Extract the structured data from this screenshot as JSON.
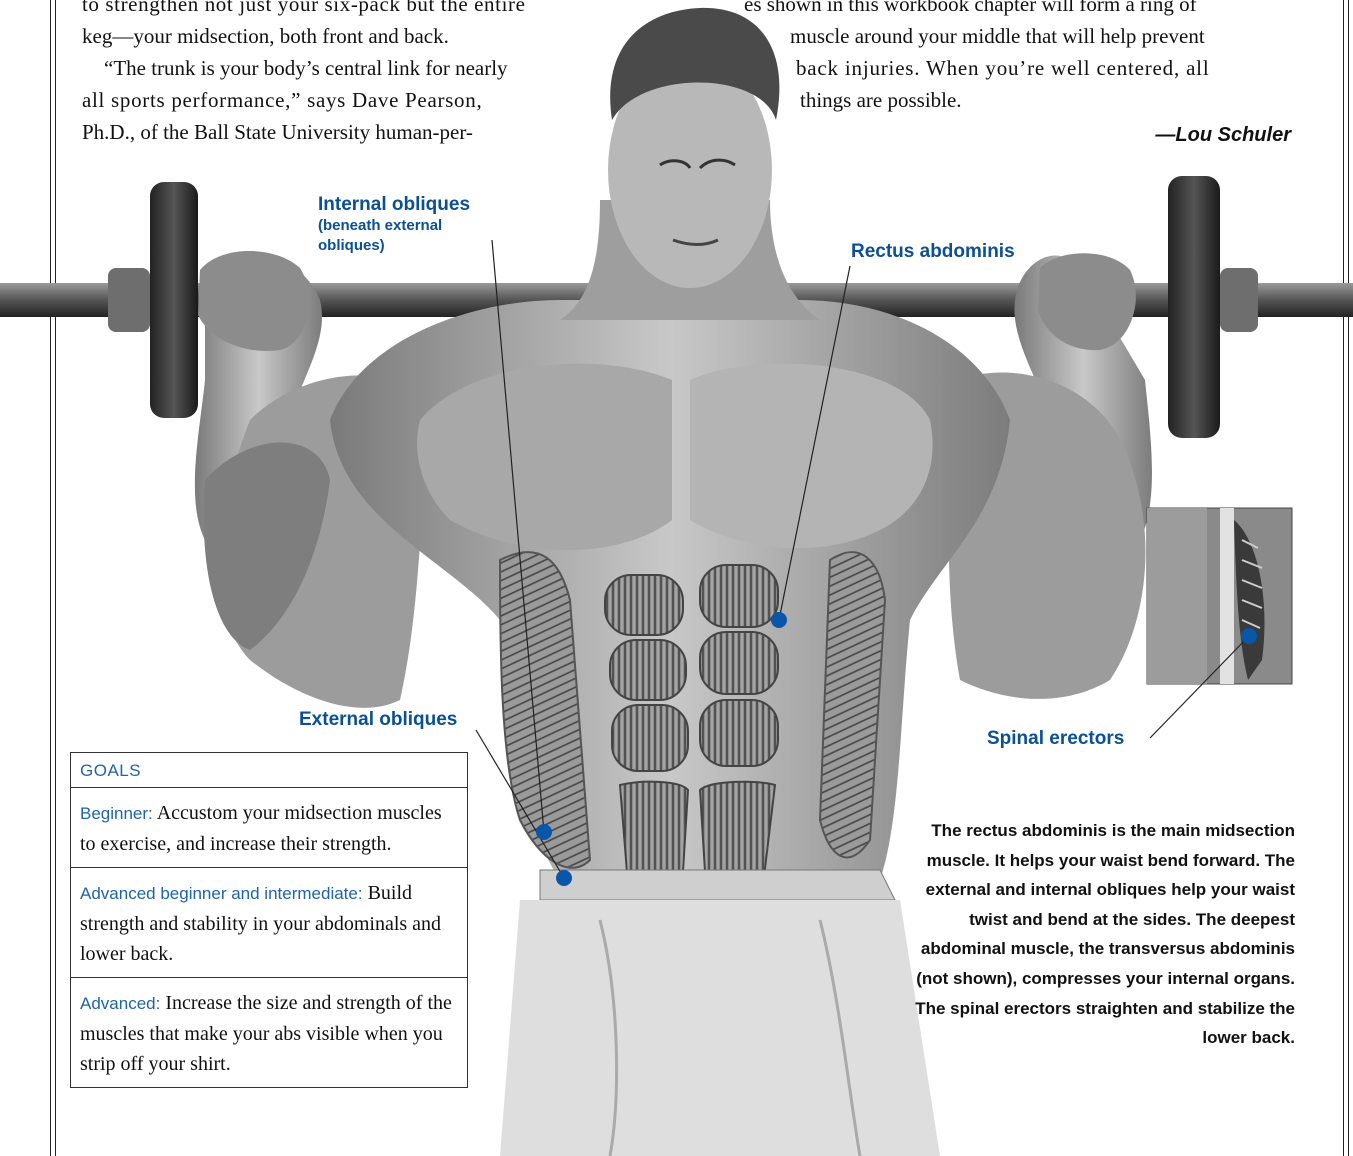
{
  "text_left": {
    "line1": "to strengthen not just your six-pack but the entire",
    "line2": "keg—your midsection, both front and back.",
    "quote_l1": "“The trunk is your body’s central link for nearly",
    "quote_l2": "all sports performance,” says Dave Pearson,",
    "quote_l3": "Ph.D., of the Ball State University human-per-"
  },
  "text_right": {
    "line1": "es shown in this workbook chapter will form a ring of",
    "line2": "muscle around your middle that will help prevent",
    "line3": "back injuries. When you’re well centered, all",
    "line4": "things are possible.",
    "signature": "—Lou Schuler"
  },
  "labels": {
    "internal_obliques": "Internal obliques",
    "internal_obliques_sub1": "(beneath external",
    "internal_obliques_sub2": "obliques)",
    "rectus_abdominis": "Rectus abdominis",
    "external_obliques": "External obliques",
    "spinal_erectors": "Spinal erectors"
  },
  "goals": {
    "heading": "GOALS",
    "items": [
      {
        "level": "Beginner:",
        "text": "Accustom your midsection muscles to exercise, and increase their strength."
      },
      {
        "level": "Advanced beginner and intermediate:",
        "text": "Build strength and stability in your abdominals and lower back."
      },
      {
        "level": "Advanced:",
        "text": "Increase the size and strength of the muscles that make your abs visible when you strip off your shirt."
      }
    ]
  },
  "caption": "The rectus abdominis is the main midsection muscle. It helps your waist bend forward. The external and internal obliques help your waist twist and bend at the sides. The deepest abdominal muscle, the transversus abdominis (not shown), compresses your internal organs. The spinal erectors straighten and stabilize the lower back.",
  "colors": {
    "accent_blue": "#0b4f94",
    "marker_blue": "#0a56a8"
  }
}
